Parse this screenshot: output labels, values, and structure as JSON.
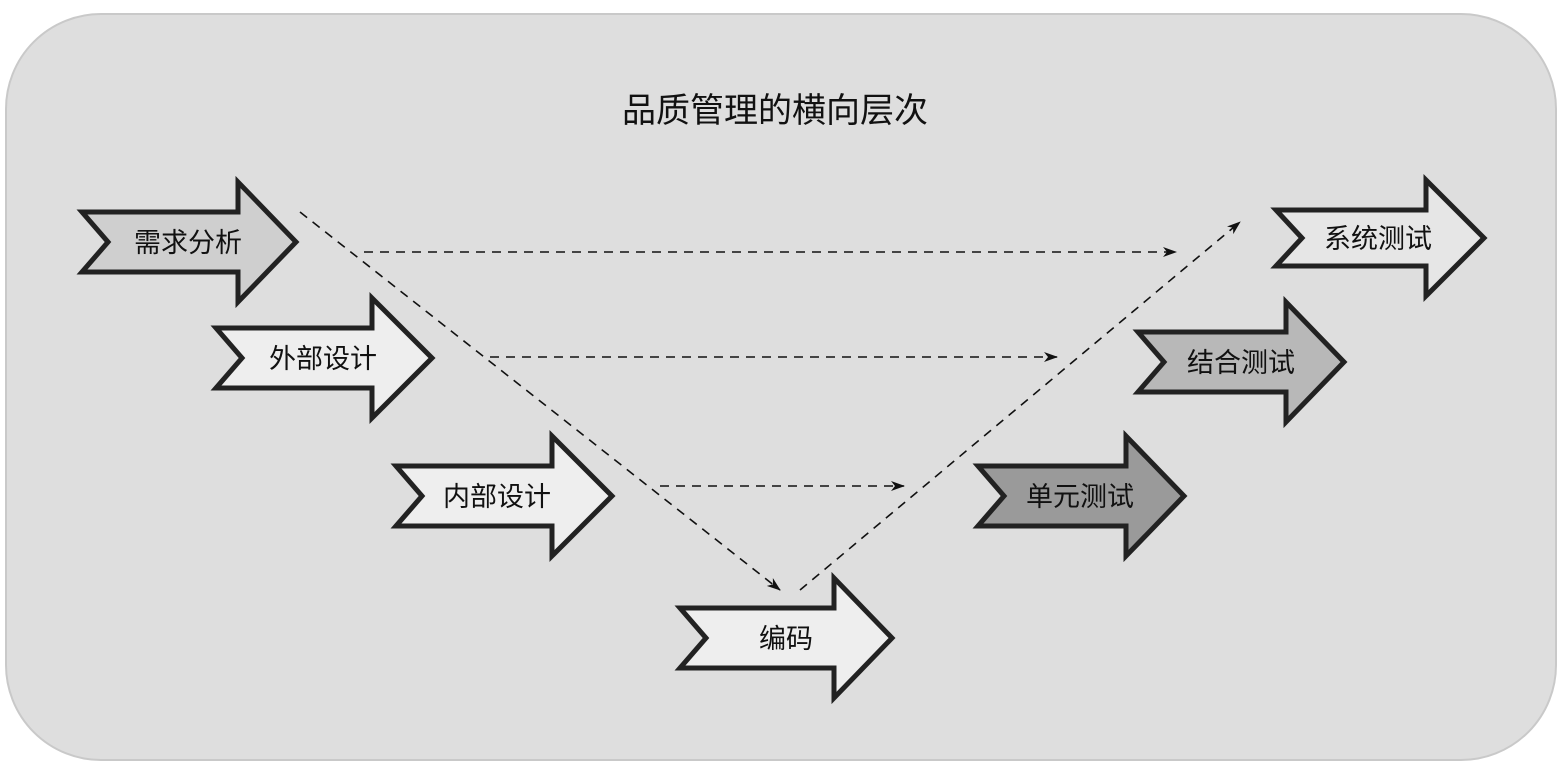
{
  "diagram": {
    "title": "品质管理的横向层次",
    "nodes": [
      {
        "id": "requirements",
        "label": "需求分析",
        "fill": "#cfcfcf"
      },
      {
        "id": "external-design",
        "label": "外部设计",
        "fill": "#eeeeee"
      },
      {
        "id": "internal-design",
        "label": "内部设计",
        "fill": "#eeeeee"
      },
      {
        "id": "coding",
        "label": "编码",
        "fill": "#eeeeee"
      },
      {
        "id": "unit-test",
        "label": "单元测试",
        "fill": "#9a9a9a"
      },
      {
        "id": "integration-test",
        "label": "结合测试",
        "fill": "#b8b8b8"
      },
      {
        "id": "system-test",
        "label": "系统测试",
        "fill": "#e6e6e6"
      }
    ],
    "edges": [
      {
        "from": "requirements",
        "to": "coding",
        "style": "dashed"
      },
      {
        "from": "coding",
        "to": "system-test",
        "style": "dashed"
      },
      {
        "from": "requirements",
        "to": "system-test",
        "style": "dashed"
      },
      {
        "from": "external-design",
        "to": "integration-test",
        "style": "dashed"
      },
      {
        "from": "internal-design",
        "to": "unit-test",
        "style": "dashed"
      }
    ],
    "colors": {
      "background_panel": "#dedede",
      "outline": "#222222"
    }
  }
}
